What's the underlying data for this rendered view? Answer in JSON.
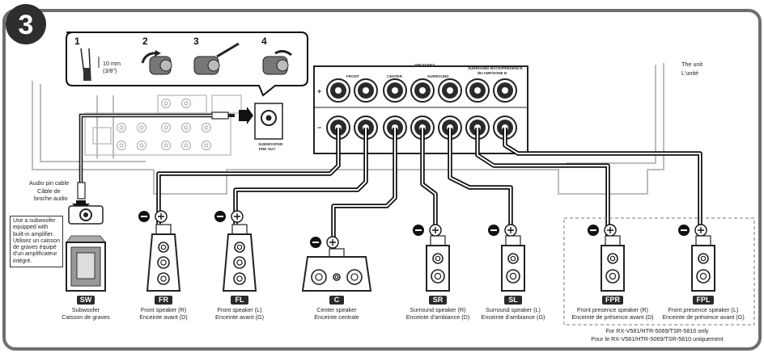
{
  "step_number": "3",
  "steps": [
    "1",
    "2",
    "3",
    "4"
  ],
  "strip_length": "10 mm",
  "strip_length_inch": "(3/8\")",
  "unit_label": [
    "The unit",
    "L'unité"
  ],
  "panel": {
    "speakers": "SPEAKERS",
    "front": "FRONT",
    "center": "CENTER",
    "surround": "SURROUND",
    "surround_back": "SURROUND BACK/PRESENCE",
    "bi_amp": "/BI-AMP/ZONE B",
    "plus": "+",
    "minus": "−",
    "sub_out": [
      "SUBWOOFER",
      "PRE OUT"
    ]
  },
  "audio_cable": [
    "Audio pin cable",
    "Câble de",
    "broche audio"
  ],
  "sub_note": "Use a subwoofer equipped with built-in amplifier. Utilisez un caisson de graves équipé d'un amplificateur intégré.",
  "speakers": [
    {
      "badge": "SW",
      "line1": "Subwoofer",
      "line2": "Caisson de graves"
    },
    {
      "badge": "FR",
      "line1": "Front speaker (R)",
      "line2": "Enceinte avant (D)"
    },
    {
      "badge": "FL",
      "line1": "Front speaker (L)",
      "line2": "Enceinte avant (G)"
    },
    {
      "badge": "C",
      "line1": "Center speaker",
      "line2": "Enceinte centrale"
    },
    {
      "badge": "SR",
      "line1": "Surround speaker (R)",
      "line2": "Enceinte d'ambiance (D)"
    },
    {
      "badge": "SL",
      "line1": "Surround speaker (L)",
      "line2": "Enceinte d'ambiance (G)"
    },
    {
      "badge": "FPR",
      "line1": "Front presence speaker (R)",
      "line2": "Enceinte de présence avant (D)"
    },
    {
      "badge": "FPL",
      "line1": "Front presence speaker (L)",
      "line2": "Enceinte de présence avant (G)"
    }
  ],
  "footnote": [
    "For RX-V581/HTR-5069/TSR-5810 only",
    "Pour le RX-V581/HTR-5069/TSR-5810 uniquement"
  ]
}
